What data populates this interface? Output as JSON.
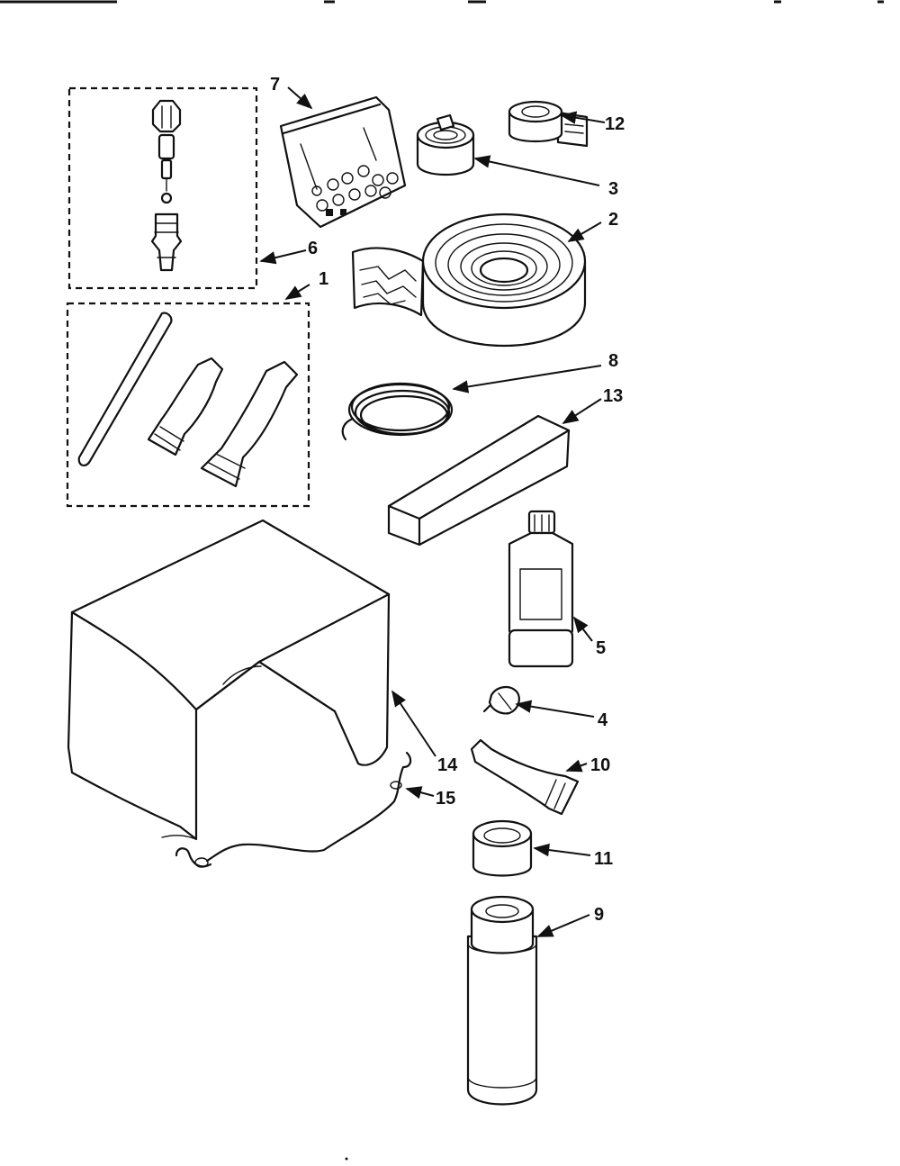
{
  "diagram": {
    "callouts": [
      {
        "id": "c1",
        "label": "1"
      },
      {
        "id": "c2",
        "label": "2"
      },
      {
        "id": "c3",
        "label": "3"
      },
      {
        "id": "c4",
        "label": "4"
      },
      {
        "id": "c5",
        "label": "5"
      },
      {
        "id": "c6",
        "label": "6"
      },
      {
        "id": "c7",
        "label": "7"
      },
      {
        "id": "c8",
        "label": "8"
      },
      {
        "id": "c9",
        "label": "9"
      },
      {
        "id": "c10",
        "label": "10"
      },
      {
        "id": "c11",
        "label": "11"
      },
      {
        "id": "c12",
        "label": "12"
      },
      {
        "id": "c13",
        "label": "13"
      },
      {
        "id": "c14",
        "label": "14"
      },
      {
        "id": "c15",
        "label": "15"
      }
    ]
  },
  "colors": {
    "line": "#111111",
    "background": "#ffffff"
  }
}
